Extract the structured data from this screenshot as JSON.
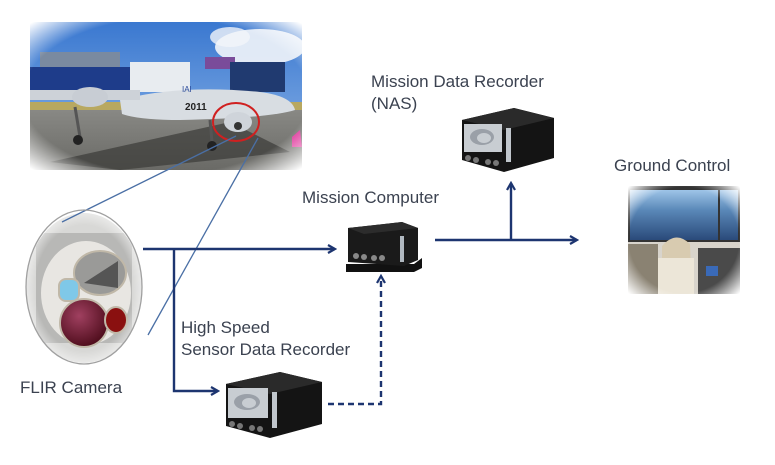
{
  "diagram": {
    "title": "UAV Sensor Data Flow",
    "nodes": [
      {
        "id": "drone",
        "label": "",
        "description": "UAV aircraft photo with camera pod circled",
        "tail_number": "2011"
      },
      {
        "id": "flir",
        "label": "FLIR Camera"
      },
      {
        "id": "mission_computer",
        "label": "Mission Computer"
      },
      {
        "id": "mission_data_recorder",
        "label_line1": "Mission Data Recorder",
        "label_line2": "(NAS)"
      },
      {
        "id": "sensor_recorder",
        "label_line1": "High Speed",
        "label_line2": "Sensor Data Recorder"
      },
      {
        "id": "ground_control",
        "label": "Ground Control"
      }
    ],
    "edges": [
      {
        "from": "flir",
        "to": "mission_computer",
        "style": "solid"
      },
      {
        "from": "flir",
        "to": "sensor_recorder",
        "style": "solid"
      },
      {
        "from": "sensor_recorder",
        "to": "mission_computer",
        "style": "dashed"
      },
      {
        "from": "mission_computer",
        "to": "ground_control",
        "style": "solid"
      },
      {
        "from": "mission_computer",
        "to": "mission_data_recorder",
        "style": "solid"
      },
      {
        "from": "drone",
        "to": "flir",
        "style": "zoom-callout"
      }
    ],
    "colors": {
      "arrow": "#1d3570",
      "callout": "#4a6fa5",
      "highlight_circle": "#d02020",
      "text": "#3b4250"
    }
  }
}
